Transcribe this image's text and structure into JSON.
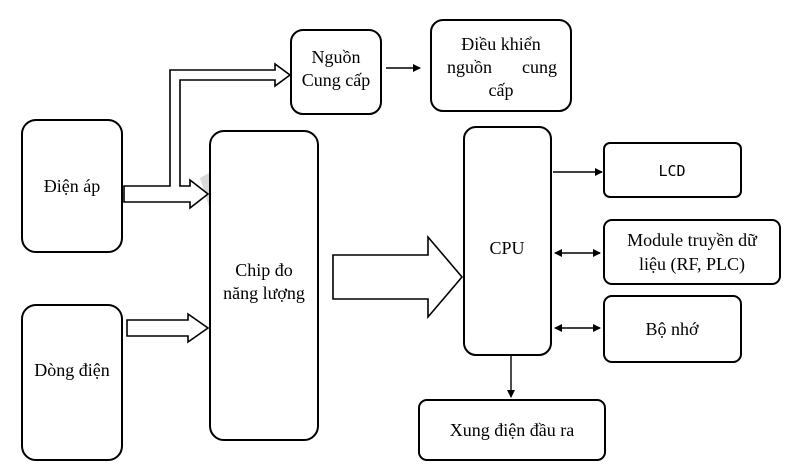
{
  "blocks": {
    "dien_ap": "Điện áp",
    "dong_dien": "Dòng điện",
    "chip_line1": "Chip đo",
    "chip_line2": "năng lượng",
    "nguon_line1": "Nguồn",
    "nguon_line2": "Cung cấp",
    "dieu_khien_line1": "Điều khiển",
    "dieu_khien_line2a": "nguồn",
    "dieu_khien_line2b": "cung",
    "dieu_khien_line3": "cấp",
    "cpu": "CPU",
    "lcd": "LCD",
    "module_line1": "Module truyền dữ",
    "module_line2": "liệu (RF, PLC)",
    "bo_nho": "Bộ nhớ",
    "xung": "Xung điện đầu ra"
  },
  "colors": {
    "stroke": "#000000",
    "fill": "#ffffff",
    "background": "#ffffff"
  }
}
